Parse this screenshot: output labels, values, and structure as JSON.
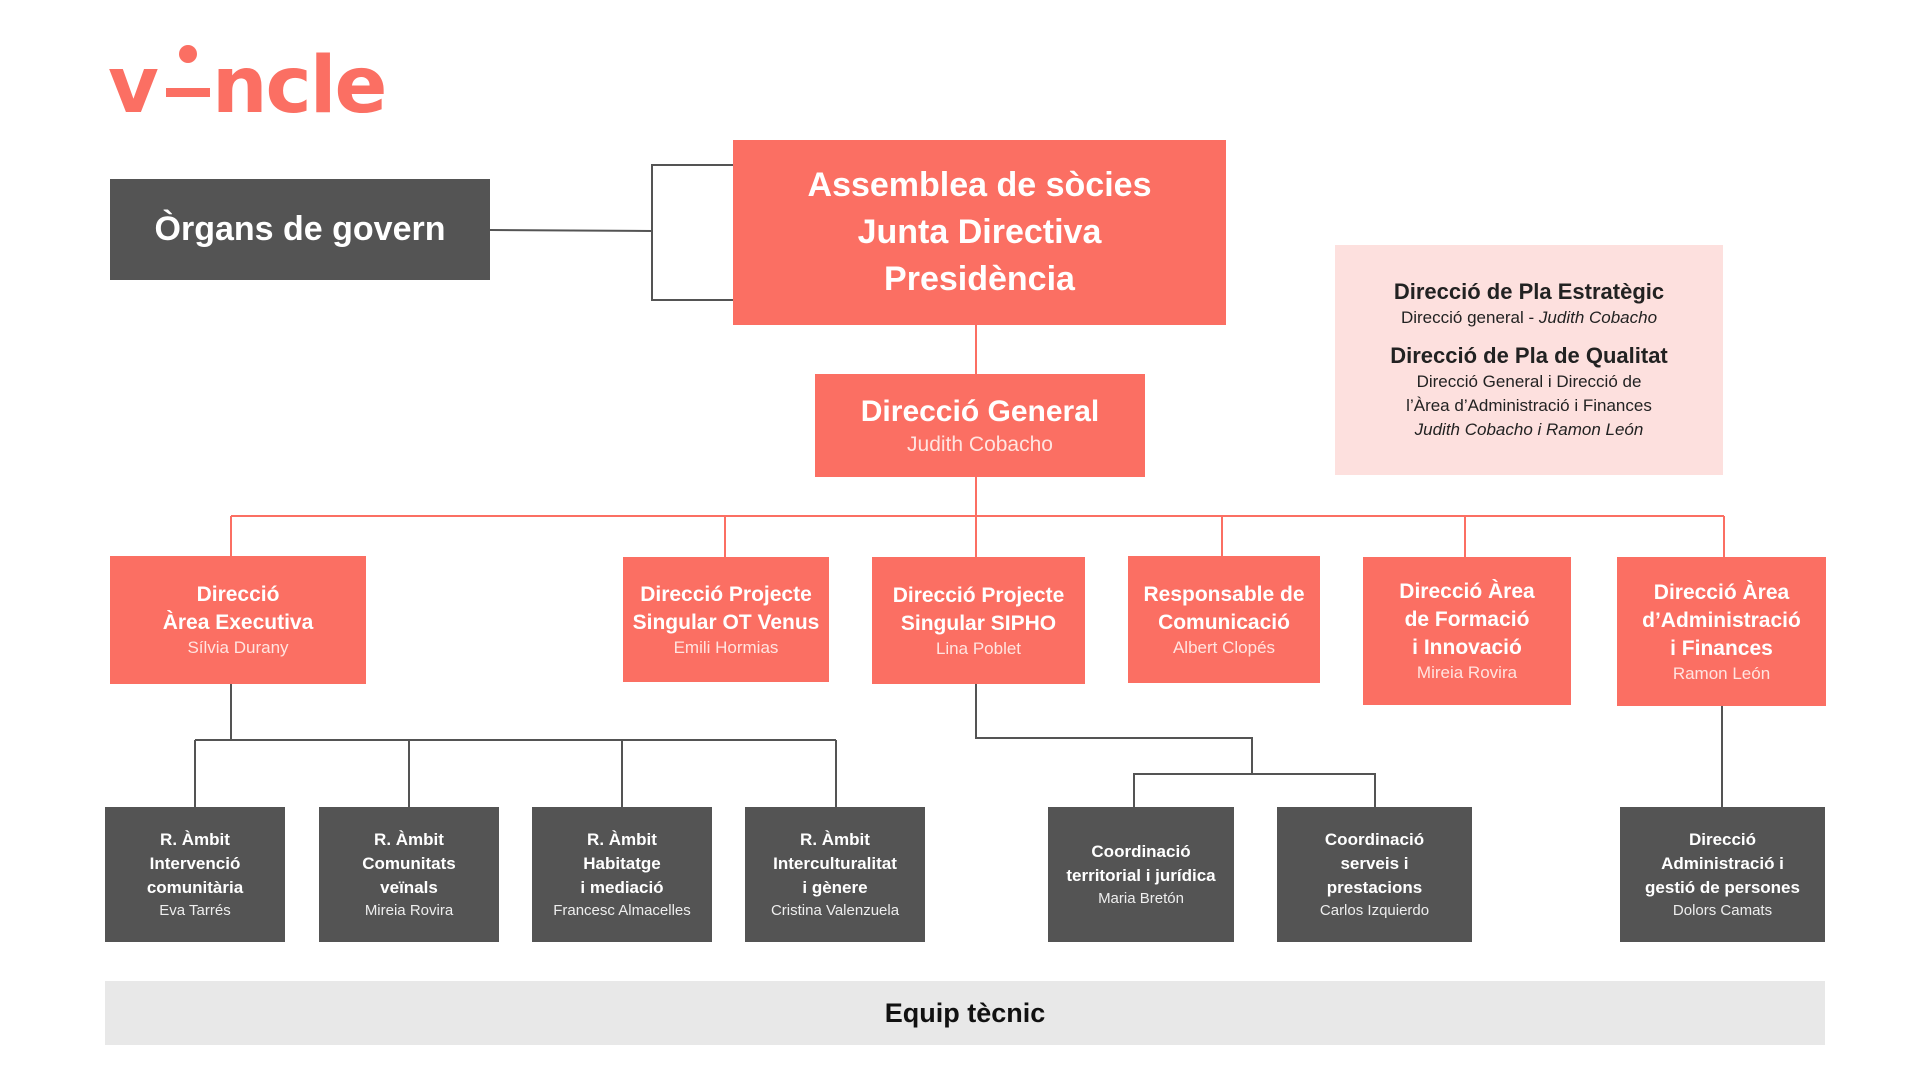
{
  "logo": {
    "text": "vincle",
    "color": "#fb6f63"
  },
  "colors": {
    "coral": "#fb6f63",
    "dark": "#545454",
    "pink": "#fde0de",
    "footer": "#e8e8e8"
  },
  "organs": {
    "label": "Òrgans de govern"
  },
  "assembly": {
    "line1": "Assemblea de sòcies",
    "line2": "Junta Directiva",
    "line3": "Presidència"
  },
  "general": {
    "title": "Direcció General",
    "name": "Judith Cobacho"
  },
  "plans": {
    "strategic_title": "Direcció de Pla Estratègic",
    "strategic_role": "Direcció general - ",
    "strategic_name": "Judith Cobacho",
    "quality_title": "Direcció de Pla de Qualitat",
    "quality_role_1": "Direcció General i Direcció de",
    "quality_role_2": "l’Àrea d’Administració i Finances",
    "quality_names": "Judith Cobacho i Ramon León"
  },
  "level2": [
    {
      "title": "Direcció\nÀrea Executiva",
      "name": "Sílvia Durany"
    },
    {
      "title": "Direcció Projecte\nSingular OT Venus",
      "name": "Emili Hormias"
    },
    {
      "title": "Direcció Projecte\nSingular SIPHO",
      "name": "Lina Poblet"
    },
    {
      "title": "Responsable de\nComunicació",
      "name": "Albert Clopés"
    },
    {
      "title": "Direcció Àrea\nde Formació\ni Innovació",
      "name": "Mireia Rovira"
    },
    {
      "title": "Direcció Àrea\nd’Administració\ni Finances",
      "name": "Ramon León"
    }
  ],
  "level3": [
    {
      "title": "R. Àmbit\nIntervenció\ncomunitària",
      "name": "Eva Tarrés"
    },
    {
      "title": "R. Àmbit\nComunitats\nveïnals",
      "name": "Mireia Rovira"
    },
    {
      "title": "R. Àmbit\nHabitatge\ni mediació",
      "name": "Francesc Almacelles"
    },
    {
      "title": "R. Àmbit\nInterculturalitat\ni gènere",
      "name": "Cristina Valenzuela"
    },
    {
      "title": "Coordinació\nterritorial i jurídica",
      "name": "Maria Bretón"
    },
    {
      "title": "Coordinació\nserveis i\nprestacions",
      "name": "Carlos Izquierdo"
    },
    {
      "title": "Direcció\nAdministració i\ngestió de persones",
      "name": "Dolors Camats"
    }
  ],
  "footer": {
    "label": "Equip tècnic"
  }
}
